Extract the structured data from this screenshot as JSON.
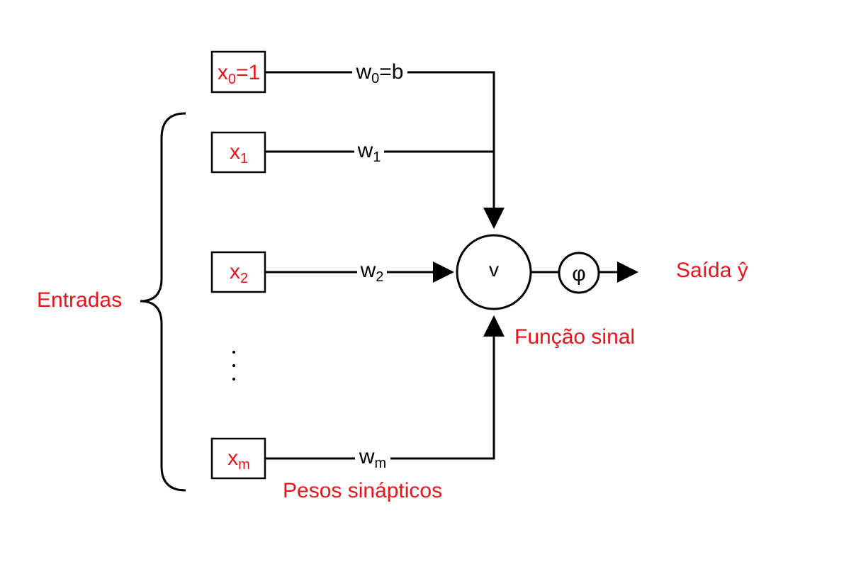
{
  "inputs": [
    {
      "base": "x",
      "sub": "0",
      "tail": "=1"
    },
    {
      "base": "x",
      "sub": "1",
      "tail": ""
    },
    {
      "base": "x",
      "sub": "2",
      "tail": ""
    },
    {
      "base": "x",
      "sub": "m",
      "tail": ""
    }
  ],
  "weights": [
    {
      "base": "w",
      "sub": "0",
      "tail": "=b"
    },
    {
      "base": "w",
      "sub": "1",
      "tail": ""
    },
    {
      "base": "w",
      "sub": "2",
      "tail": ""
    },
    {
      "base": "w",
      "sub": "m",
      "tail": ""
    }
  ],
  "labels": {
    "entradas": "Entradas",
    "pesos": "Pesos sinápticos",
    "funcao": "Função sinal",
    "saida": "Saída ŷ",
    "sum_node": "v",
    "activation": "φ"
  },
  "colors": {
    "label": "#e8141c",
    "line": "#000000"
  }
}
